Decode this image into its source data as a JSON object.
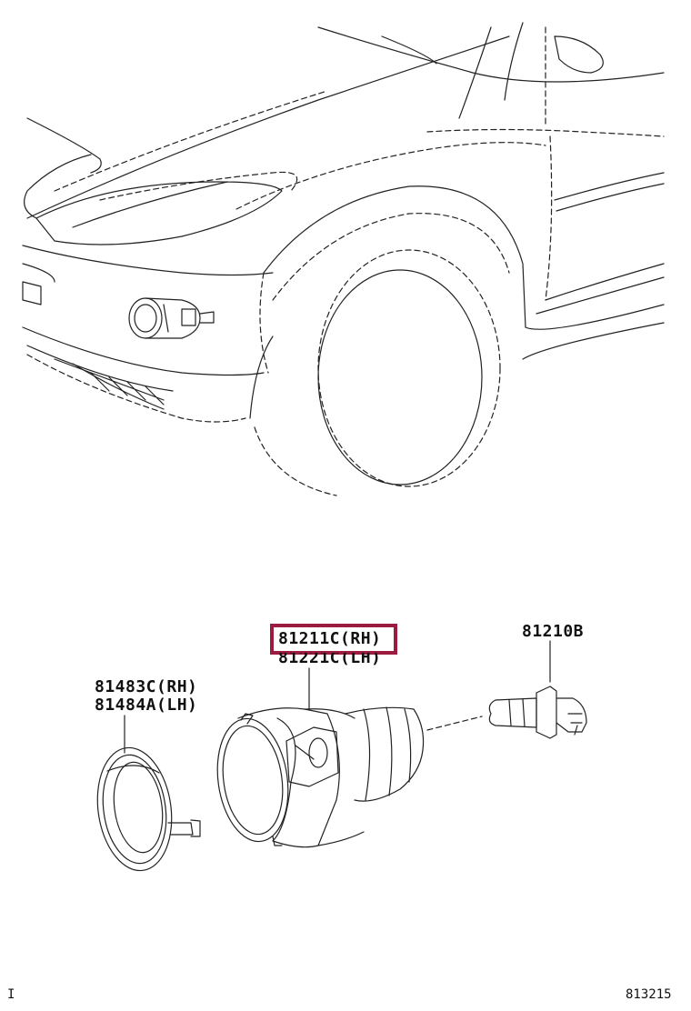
{
  "parts": {
    "fog_lamp_rh": "81211C(RH)",
    "fog_lamp_lh": "81221C(LH)",
    "bulb": "81210B",
    "cover_rh": "81483C(RH)",
    "cover_lh": "81484A(LH)"
  },
  "footer": {
    "left_mark": "I",
    "diagram_number": "813215"
  },
  "highlight_color": "#9b1c3f"
}
